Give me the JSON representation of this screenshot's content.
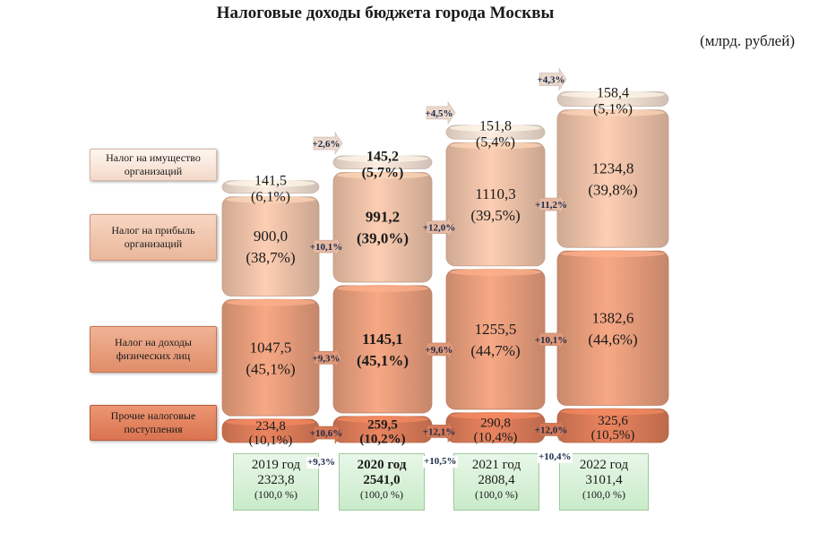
{
  "title": "Налоговые доходы бюджета города Москвы",
  "unit": "(млрд. рублей)",
  "categories_labels": [
    "Налог на имущество организаций",
    "Налог на прибыль организаций",
    "Налог на доходы физических лиц",
    "Прочие налоговые поступления"
  ],
  "totals": [
    {
      "year": "2019 год",
      "value": "2323,8",
      "percent": "(100,0 %)"
    },
    {
      "year": "2020 год",
      "value": "2541,0",
      "percent": "(100,0 %)"
    },
    {
      "year": "2021 год",
      "value": "2808,4",
      "percent": "(100,0 %)"
    },
    {
      "year": "2022 год",
      "value": "3101,4",
      "percent": "(100,0 %)"
    }
  ],
  "total_growth": [
    "+9,3%",
    "+10,5%",
    "+10,4%"
  ],
  "colors": {
    "property": "#f7e3d6",
    "profit": "#f1c4aa",
    "ndfl": "#eba07e",
    "other": "#e07e5a",
    "totals": "#d4f0d4"
  },
  "chart_data": {
    "type": "bar",
    "stacked": true,
    "categories": [
      "2019 год",
      "2020 год",
      "2021 год",
      "2022 год"
    ],
    "series": [
      {
        "name": "Прочие налоговые поступления",
        "values": [
          234.8,
          259.5,
          290.8,
          325.6
        ],
        "labels": [
          "234,8",
          "259,5",
          "290,8",
          "325,6"
        ],
        "shares": [
          "(10,1%)",
          "(10,2%)",
          "(10,4%)",
          "(10,5%)"
        ],
        "growth": [
          "+10,6%",
          "+12,1%",
          "+12,0%"
        ]
      },
      {
        "name": "Налог на доходы физических лиц",
        "values": [
          1047.5,
          1145.1,
          1255.5,
          1382.6
        ],
        "labels": [
          "1047,5",
          "1145,1",
          "1255,5",
          "1382,6"
        ],
        "shares": [
          "(45,1%)",
          "(45,1%)",
          "(44,7%)",
          "(44,6%)"
        ],
        "growth": [
          "+9,3%",
          "+9,6%",
          "+10,1%"
        ]
      },
      {
        "name": "Налог на прибыль организаций",
        "values": [
          900.0,
          991.2,
          1110.3,
          1234.8
        ],
        "labels": [
          "900,0",
          "991,2",
          "1110,3",
          "1234,8"
        ],
        "shares": [
          "(38,7%)",
          "(39,0%)",
          "(39,5%)",
          "(39,8%)"
        ],
        "growth": [
          "+10,1%",
          "+12,0%",
          "+11,2%"
        ]
      },
      {
        "name": "Налог на имущество организаций",
        "values": [
          141.5,
          145.2,
          151.8,
          158.4
        ],
        "labels": [
          "141,5",
          "145,2",
          "151,8",
          "158,4"
        ],
        "shares": [
          "(6,1%)",
          "(5,7%)",
          "(5,4%)",
          "(5,1%)"
        ],
        "growth": [
          "+2,6%",
          "+4,5%",
          "+4,3%"
        ]
      }
    ]
  }
}
